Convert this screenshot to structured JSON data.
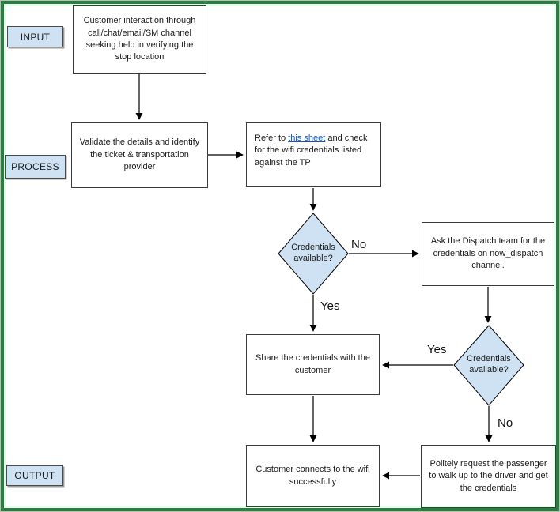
{
  "colors": {
    "frame_green": "#26813f",
    "shape_fill": "#cfe2f3",
    "link_blue": "#1155cc",
    "box_border": "#3b3b3b"
  },
  "labels": {
    "input": "INPUT",
    "process": "PROCESS",
    "output": "OUTPUT"
  },
  "nodes": {
    "customer_interaction": {
      "text": "Customer interaction through call/chat/email/SM channel seeking help in verifying the stop location"
    },
    "validate": {
      "text": "Validate the details and identify the ticket & transportation provider"
    },
    "refer": {
      "prefix": "Refer to ",
      "link_text": "this sheet",
      "suffix": " and check for the wifi credentials listed against the TP"
    },
    "decision1": {
      "text": "Credentials available?"
    },
    "ask_dispatch": {
      "text": "Ask the Dispatch team for the credentials on now_dispatch channel."
    },
    "decision2": {
      "text": "Credentials available?"
    },
    "share": {
      "text": "Share the credentials with the customer"
    },
    "connects": {
      "text": "Customer connects to the wifi successfully"
    },
    "politely": {
      "text": "Politely request the passenger to walk up to the driver and get the credentials"
    }
  },
  "edge_labels": {
    "d1_no": "No",
    "d1_yes": "Yes",
    "d2_yes": "Yes",
    "d2_no": "No"
  }
}
